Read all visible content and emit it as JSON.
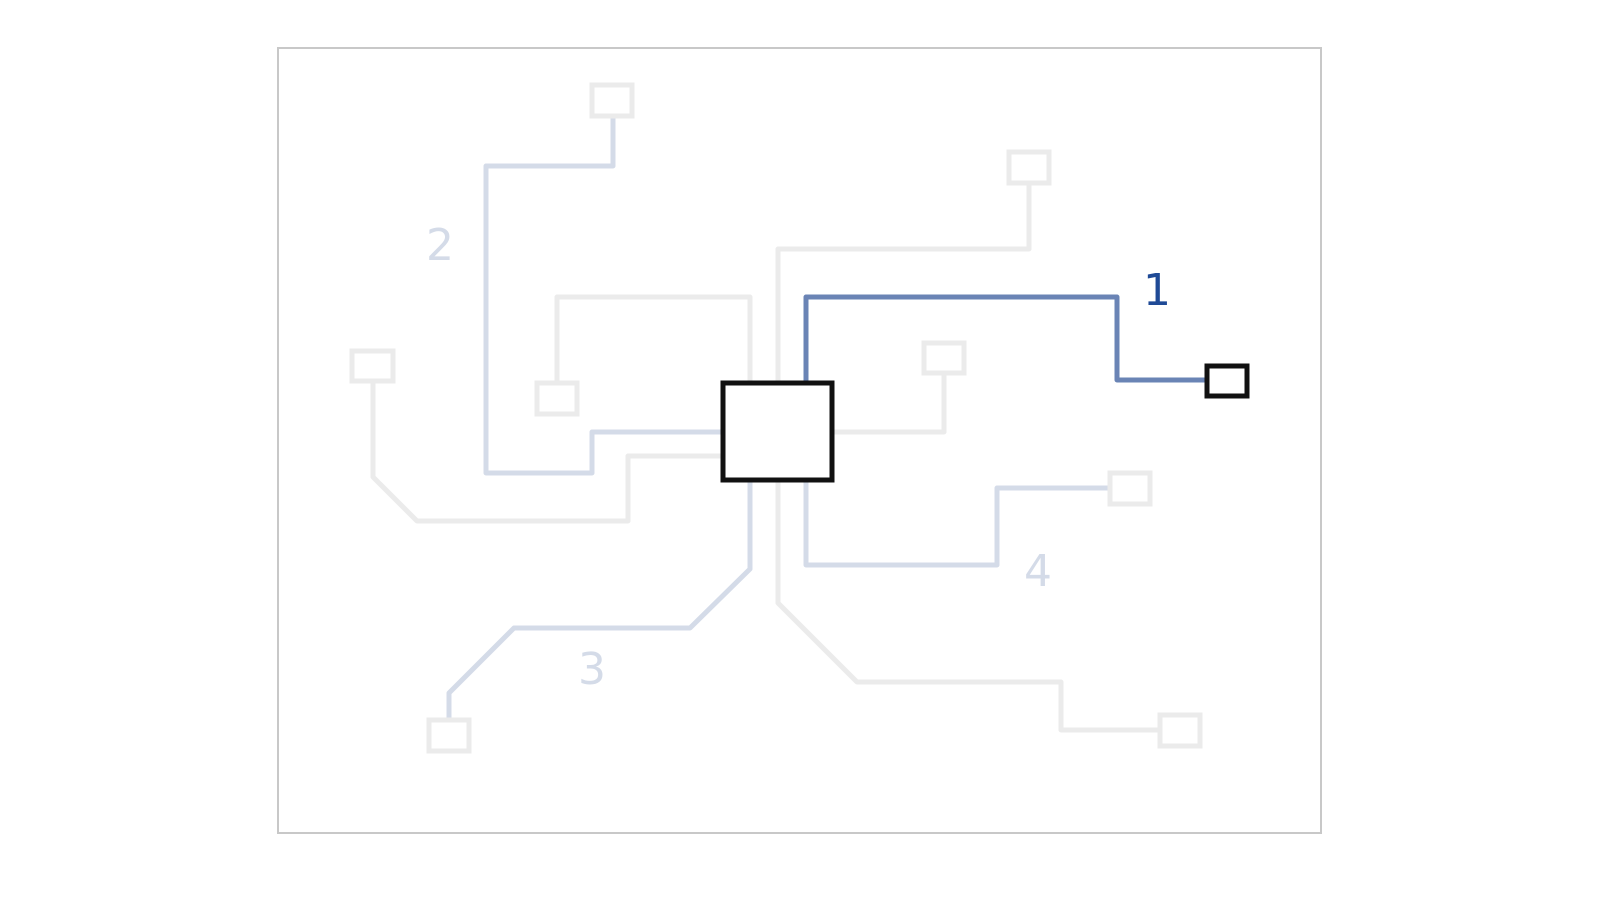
{
  "diagram": {
    "colors": {
      "frame": "#c8c8c8",
      "inactive_route": "#ebebeb",
      "numbered_route": "#d4dbe8",
      "active_route": "#6a84b5",
      "active_label": "#1f4a96",
      "selected_node": "#111111"
    },
    "routes": [
      {
        "label": "1",
        "state": "active"
      },
      {
        "label": "2",
        "state": "numbered"
      },
      {
        "label": "3",
        "state": "numbered"
      },
      {
        "label": "4",
        "state": "numbered"
      }
    ]
  }
}
